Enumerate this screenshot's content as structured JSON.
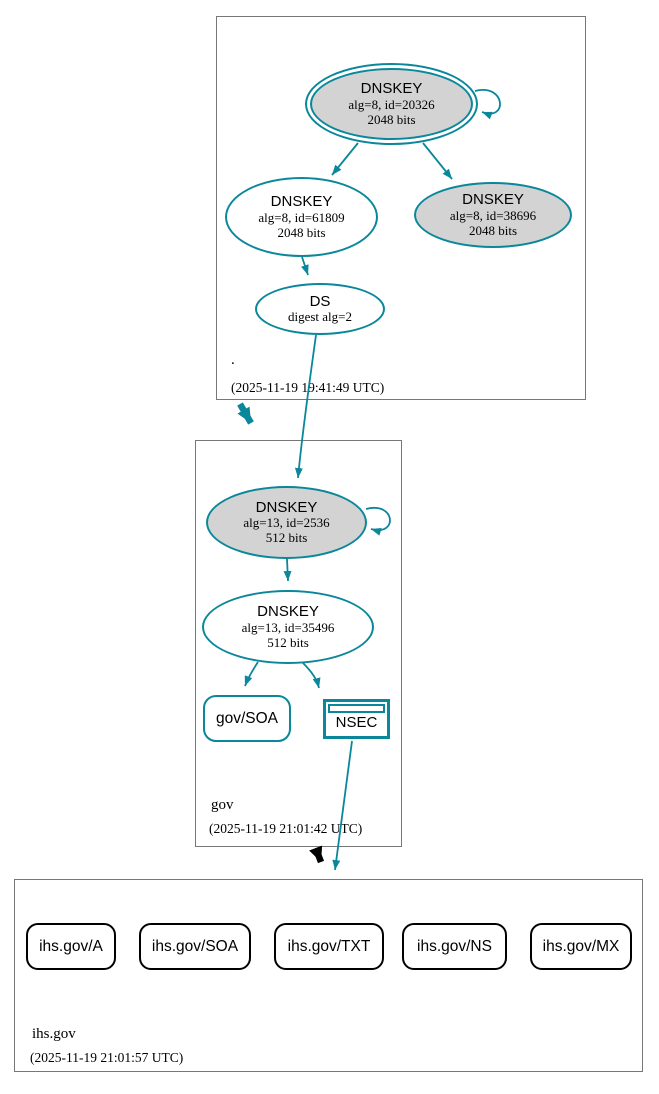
{
  "colors": {
    "secure": "#0a879a",
    "node_fill": "#d3d3d3",
    "black": "#000000"
  },
  "zones": {
    "root": {
      "name": ".",
      "timestamp": "(2025-11-19 19:41:49 UTC)",
      "ksk": {
        "title": "DNSKEY",
        "detail1": "alg=8, id=20326",
        "detail2": "2048 bits"
      },
      "zsk": {
        "title": "DNSKEY",
        "detail1": "alg=8, id=61809",
        "detail2": "2048 bits"
      },
      "key2": {
        "title": "DNSKEY",
        "detail1": "alg=8, id=38696",
        "detail2": "2048 bits"
      },
      "ds": {
        "title": "DS",
        "detail1": "digest alg=2"
      }
    },
    "gov": {
      "name": "gov",
      "timestamp": "(2025-11-19 21:01:42 UTC)",
      "ksk": {
        "title": "DNSKEY",
        "detail1": "alg=13, id=2536",
        "detail2": "512 bits"
      },
      "zsk": {
        "title": "DNSKEY",
        "detail1": "alg=13, id=35496",
        "detail2": "512 bits"
      },
      "soa": {
        "label": "gov/SOA"
      },
      "nsec": {
        "label": "NSEC"
      }
    },
    "ihs": {
      "name": "ihs.gov",
      "timestamp": "(2025-11-19 21:01:57 UTC)",
      "rrsets": [
        {
          "label": "ihs.gov/A"
        },
        {
          "label": "ihs.gov/SOA"
        },
        {
          "label": "ihs.gov/TXT"
        },
        {
          "label": "ihs.gov/NS"
        },
        {
          "label": "ihs.gov/MX"
        }
      ]
    }
  }
}
